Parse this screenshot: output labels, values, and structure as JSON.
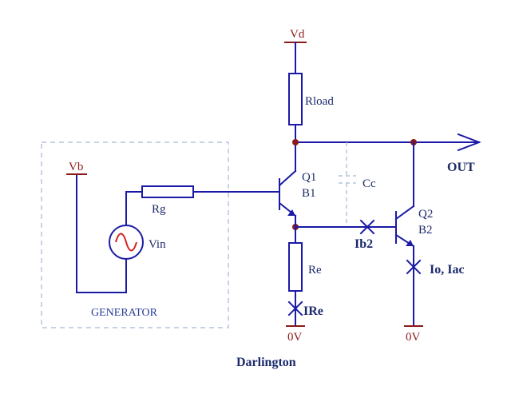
{
  "labels": {
    "vd": "Vd",
    "vb": "Vb",
    "rload": "Rload",
    "rg": "Rg",
    "vin": "Vin",
    "re": "Re",
    "cc": "Cc",
    "q1": "Q1",
    "b1": "B1",
    "q2": "Q2",
    "b2": "B2",
    "out": "OUT",
    "ib2": "Ib2",
    "io_iac": "Io, Iac",
    "ire": "IRe",
    "gnd_left": "0V",
    "gnd_right": "0V",
    "generator": "GENERATOR",
    "caption": "Darlington"
  },
  "colors": {
    "wire": "#1a1aa6",
    "rail": "#8b1a1a",
    "sine": "#d42020",
    "text": "#1c2a6b"
  }
}
